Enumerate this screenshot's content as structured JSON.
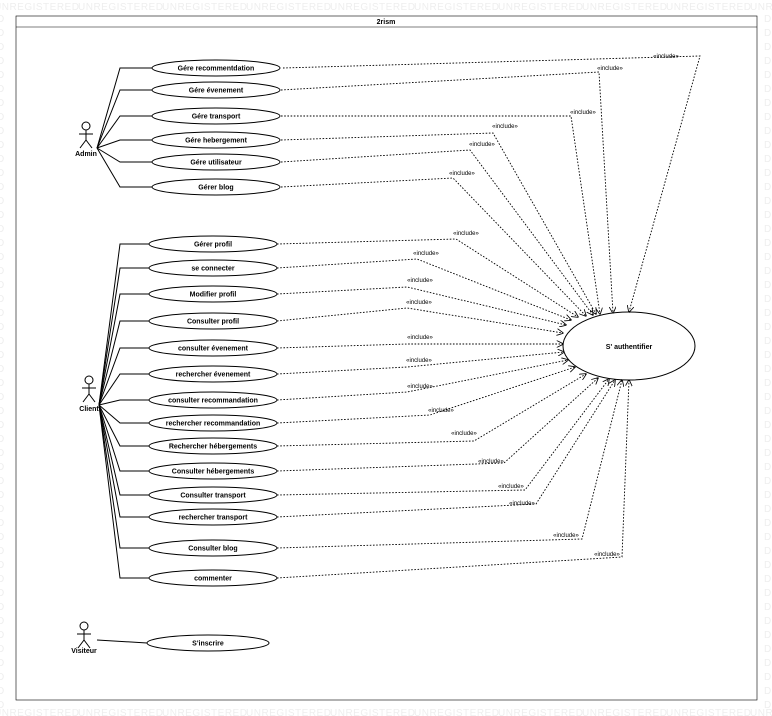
{
  "watermark": "UNREGISTERED",
  "diagram_title": "2rism",
  "include_label": "«include»",
  "actors": [
    {
      "id": "admin",
      "label": "Admin"
    },
    {
      "id": "client",
      "label": "Client"
    },
    {
      "id": "visiteur",
      "label": "Visiteur"
    }
  ],
  "target": {
    "label": "S' authentifier"
  },
  "use_cases": [
    {
      "label": "Gére recommentdation",
      "actor": "admin"
    },
    {
      "label": "Gére évenement",
      "actor": "admin"
    },
    {
      "label": "Gére transport",
      "actor": "admin"
    },
    {
      "label": "Gére hebergement",
      "actor": "admin"
    },
    {
      "label": "Gére utilisateur",
      "actor": "admin"
    },
    {
      "label": "Gérer blog",
      "actor": "admin"
    },
    {
      "label": "Gérer profil",
      "actor": "client"
    },
    {
      "label": "se connecter",
      "actor": "client"
    },
    {
      "label": "Modifier profil",
      "actor": "client"
    },
    {
      "label": "Consulter profil",
      "actor": "client"
    },
    {
      "label": "consulter évenement",
      "actor": "client"
    },
    {
      "label": "rechercher  évenement",
      "actor": "client"
    },
    {
      "label": "consulter recommandation",
      "actor": "client"
    },
    {
      "label": "rechercher  recommandation",
      "actor": "client"
    },
    {
      "label": "Rechercher hébergements",
      "actor": "client"
    },
    {
      "label": "Consulter  hébergements",
      "actor": "client"
    },
    {
      "label": "Consulter transport",
      "actor": "client"
    },
    {
      "label": "rechercher  transport",
      "actor": "client"
    },
    {
      "label": "Consulter blog",
      "actor": "client"
    },
    {
      "label": "commenter",
      "actor": "client"
    },
    {
      "label": "S'inscrire",
      "actor": "visiteur"
    }
  ]
}
